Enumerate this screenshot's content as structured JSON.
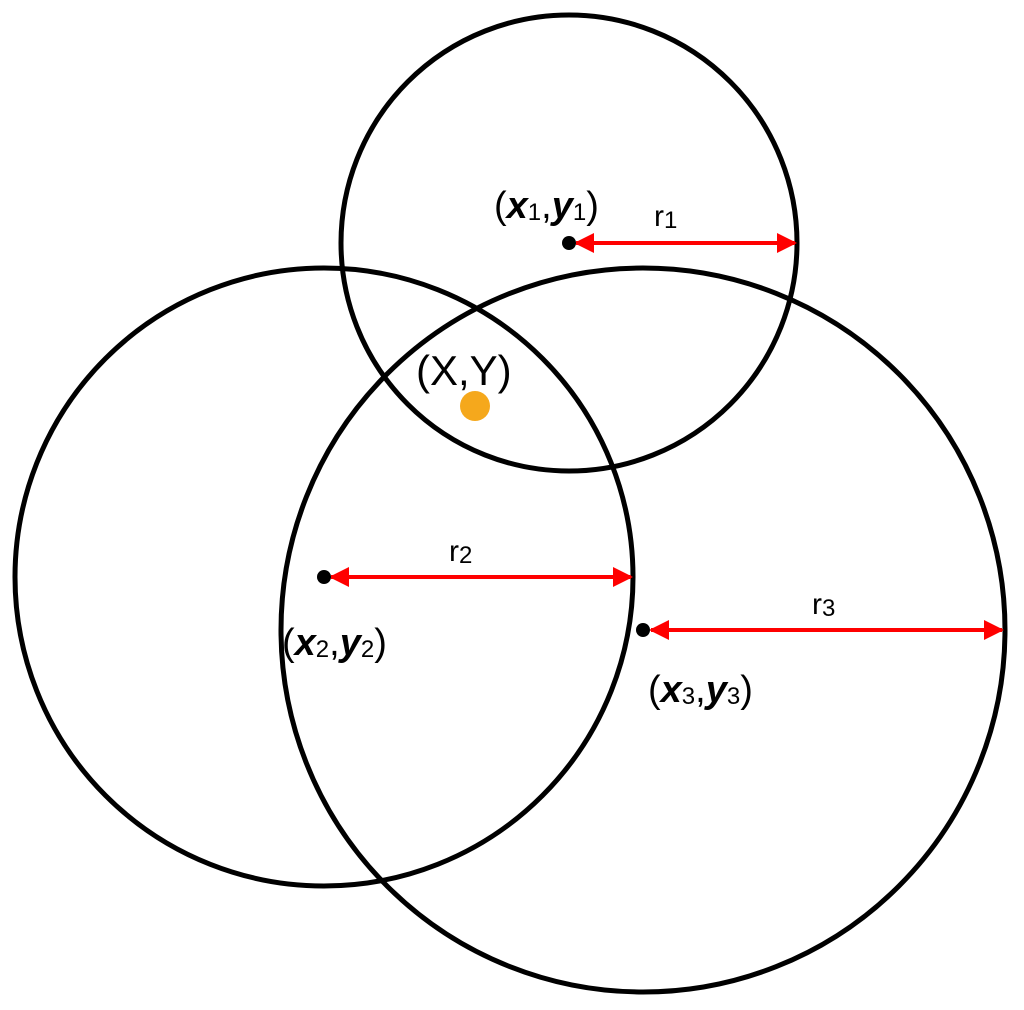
{
  "diagram": {
    "colors": {
      "circle": "#000000",
      "arrow": "#ff0000",
      "target": "#f5a81c"
    },
    "target_label": "(X,Y)",
    "nodes": [
      {
        "coord": {
          "open": "(",
          "x": "x",
          "x_sub": "1",
          "comma": ",",
          "y": "y",
          "y_sub": "1",
          "close": ")"
        },
        "radius": {
          "r": "r",
          "sub": "1"
        }
      },
      {
        "coord": {
          "open": "(",
          "x": "x",
          "x_sub": "2",
          "comma": ",",
          "y": "y",
          "y_sub": "2",
          "close": ")"
        },
        "radius": {
          "r": "r",
          "sub": "2"
        }
      },
      {
        "coord": {
          "open": "(",
          "x": "x",
          "x_sub": "3",
          "comma": ",",
          "y": "y",
          "y_sub": "3",
          "close": ")"
        },
        "radius": {
          "r": "r",
          "sub": "3"
        }
      }
    ]
  }
}
